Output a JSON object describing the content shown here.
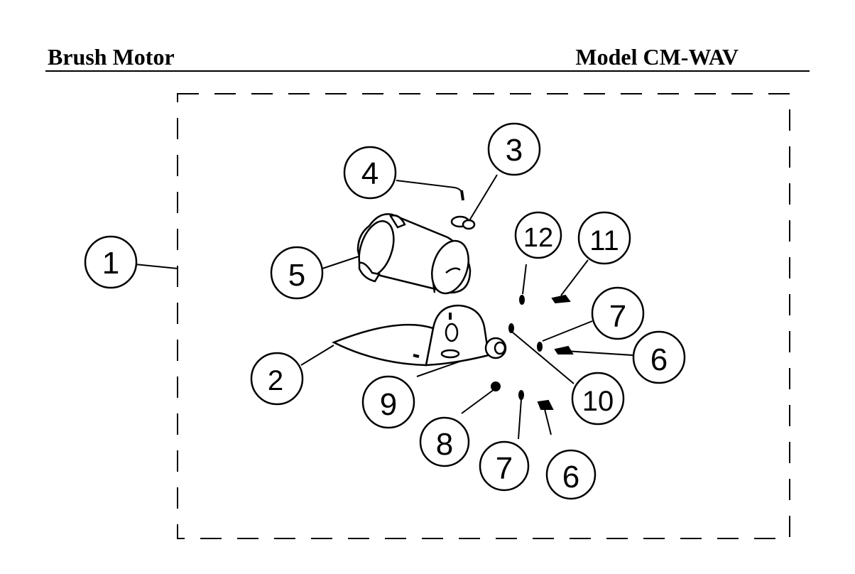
{
  "header": {
    "left_title": "Brush Motor",
    "right_title": "Model CM-WAV"
  },
  "callouts": [
    {
      "id": "c1",
      "label": "1"
    },
    {
      "id": "c2",
      "label": "2"
    },
    {
      "id": "c3",
      "label": "3"
    },
    {
      "id": "c4",
      "label": "4"
    },
    {
      "id": "c5",
      "label": "5"
    },
    {
      "id": "c6a",
      "label": "6"
    },
    {
      "id": "c6b",
      "label": "6"
    },
    {
      "id": "c7a",
      "label": "7"
    },
    {
      "id": "c7b",
      "label": "7"
    },
    {
      "id": "c8",
      "label": "8"
    },
    {
      "id": "c9",
      "label": "9"
    },
    {
      "id": "c10",
      "label": "10"
    },
    {
      "id": "c11",
      "label": "11"
    },
    {
      "id": "c12",
      "label": "12"
    }
  ]
}
